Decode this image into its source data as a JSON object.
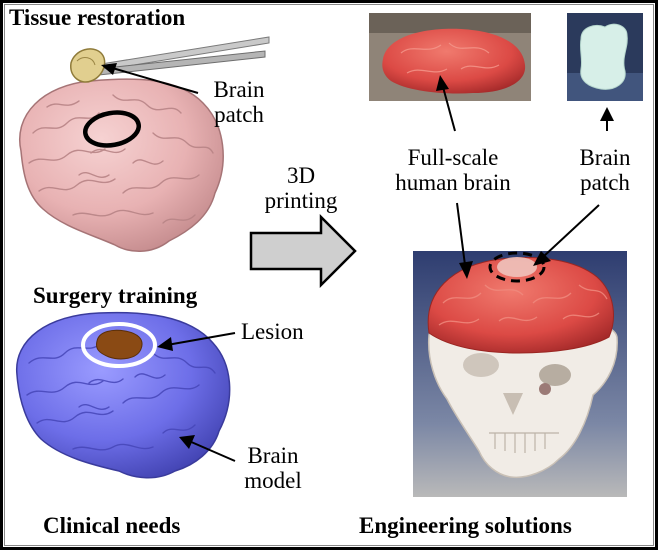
{
  "labels": {
    "tissue_restoration": "Tissue restoration",
    "brain_patch_left_1": "Brain",
    "brain_patch_left_2": "patch",
    "printing_1": "3D",
    "printing_2": "printing",
    "full_scale_1": "Full-scale",
    "full_scale_2": "human brain",
    "brain_patch_right_1": "Brain",
    "brain_patch_right_2": "patch",
    "surgery_training": "Surgery training",
    "lesion": "Lesion",
    "brain_model_1": "Brain",
    "brain_model_2": "model",
    "clinical_needs": "Clinical needs",
    "engineering_solutions": "Engineering solutions"
  },
  "colors": {
    "pink_brain": "#e8b2b3",
    "blue_brain": "#6d6ee8",
    "lesion": "#8a4a14",
    "red_print": "#dc4a45",
    "patch_print": "#d7efe8",
    "skull": "#f1ece6"
  }
}
